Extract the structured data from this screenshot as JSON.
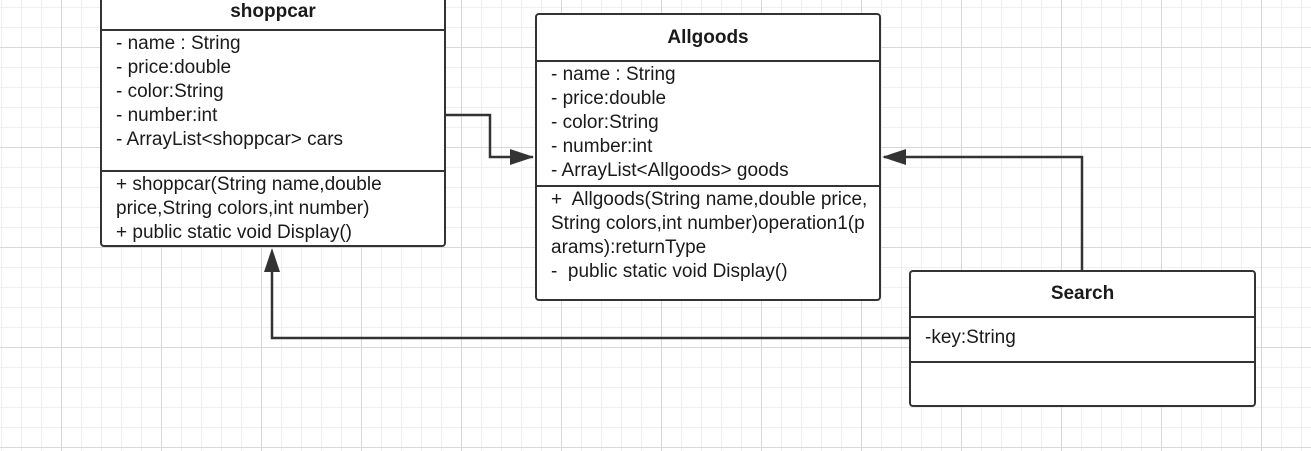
{
  "diagram": {
    "classes": [
      {
        "name": "shoppcar",
        "attributes": [
          "- name : String",
          "- price:double",
          "- color:String",
          "- number:int",
          "- ArrayList<shoppcar> cars"
        ],
        "operations": [
          "+ shoppcar(String name,double price,String colors,int number)",
          "+ public static void Display()"
        ]
      },
      {
        "name": "Allgoods",
        "attributes": [
          "- name : String",
          "- price:double",
          "- color:String",
          "- number:int",
          "- ArrayList<Allgoods> goods"
        ],
        "operations": [
          "+  Allgoods(String name,double price,String colors,int number)operation1(params):returnType",
          "-  public static void Display()"
        ]
      },
      {
        "name": "Search",
        "attributes": [
          "-key:String"
        ],
        "operations": []
      }
    ],
    "relations": [
      {
        "from": "shoppcar",
        "to": "Allgoods",
        "type": "association"
      },
      {
        "from": "Search",
        "to": "Allgoods",
        "type": "association"
      },
      {
        "from": "Search",
        "to": "shoppcar",
        "type": "association"
      }
    ],
    "colors": {
      "line": "#333333",
      "fill": "#ffffff",
      "grid": "#d8d8d8"
    }
  }
}
